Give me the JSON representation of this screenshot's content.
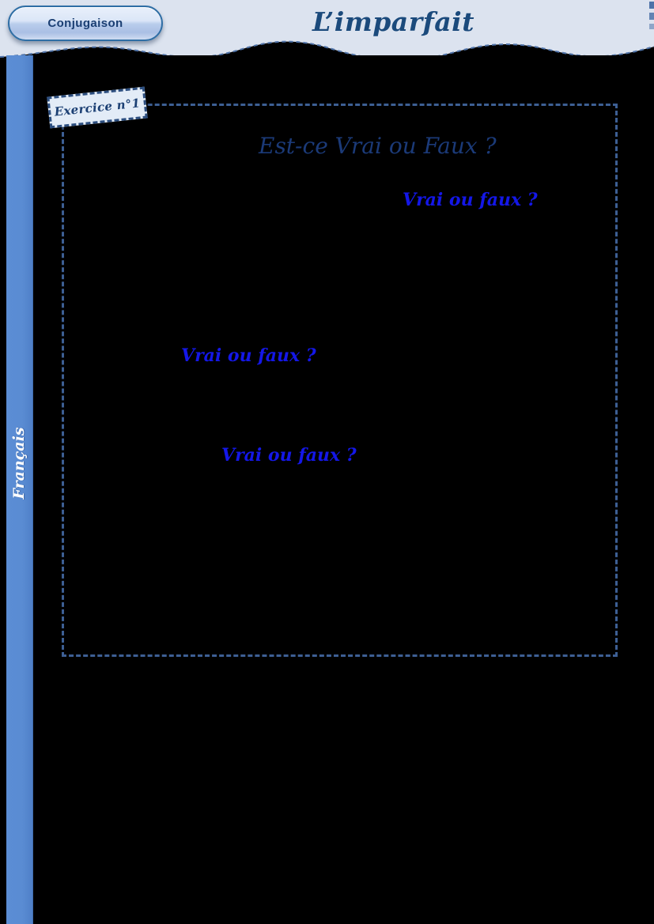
{
  "header": {
    "nav_button_label": "Conjugaison",
    "lesson_title": "L’imparfait",
    "background_color": "#dce3ef",
    "title_color": "#1b4a7c",
    "wave_color": "#000000"
  },
  "sidebar": {
    "subject_label": "Français",
    "background_color": "#5b8dd4",
    "text_color": "#ffffff"
  },
  "exercise": {
    "tag_label": "Exercice n°1",
    "heading": "Est-ce Vrai ou Faux ?",
    "heading_color": "#1b3a78",
    "frame_border_color": "#3d5f94",
    "frame_border_style": "dashed",
    "prompt_color": "#1417e8",
    "prompts": [
      {
        "label": "Vrai ou faux ?"
      },
      {
        "label": "Vrai ou faux ?"
      },
      {
        "label": "Vrai ou faux ?"
      }
    ]
  },
  "canvas": {
    "background_color": "#000000"
  }
}
